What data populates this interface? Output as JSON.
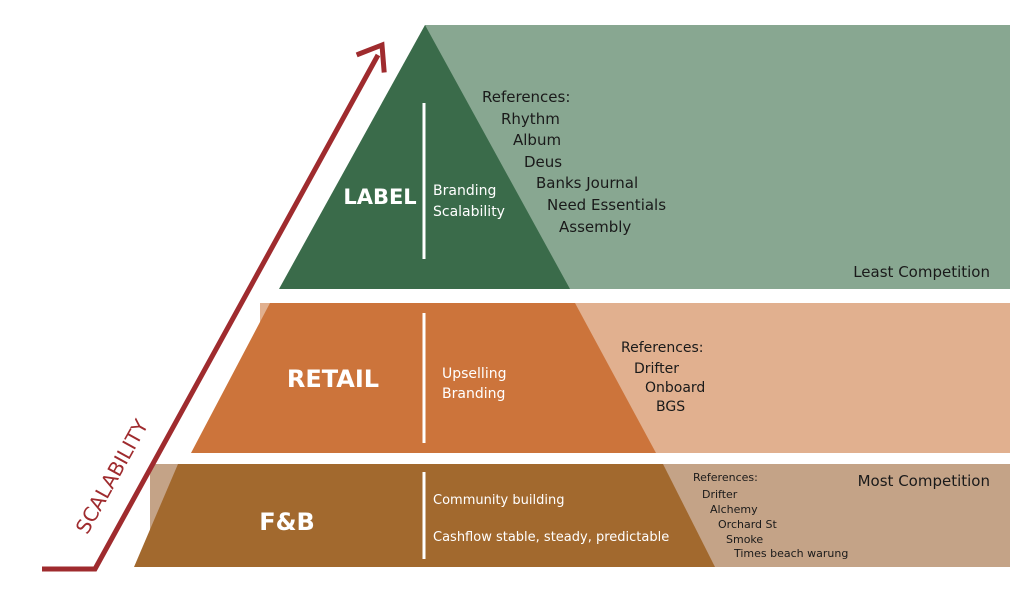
{
  "colors": {
    "label_dark": "#3a6b4a",
    "label_light": "#88a791",
    "retail_dark": "#cc743b",
    "retail_light": "#e1b08f",
    "fb_dark": "#a2692e",
    "fb_light": "#c4a387",
    "arrow": "#9f2b2e",
    "divider": "#ffffff",
    "ref_text": "#1a1a1a"
  },
  "axis": {
    "label": "SCALABILITY"
  },
  "tiers": {
    "label": {
      "title": "LABEL",
      "traits": [
        "Branding",
        "Scalability"
      ],
      "references_title": "References:",
      "references": [
        "Rhythm",
        "Album",
        "Deus",
        "Banks Journal",
        "Need Essentials",
        "Assembly"
      ],
      "note": "Least Competition"
    },
    "retail": {
      "title": "RETAIL",
      "traits": [
        "Upselling",
        "Branding"
      ],
      "references_title": "References:",
      "references": [
        "Drifter",
        "Onboard",
        "BGS"
      ]
    },
    "fb": {
      "title": "F&B",
      "traits": [
        "Community building",
        "Cashflow stable, steady, predictable"
      ],
      "references_title": "References:",
      "references": [
        "Drifter",
        "Alchemy",
        "Orchard St",
        "Smoke",
        "Times beach warung"
      ],
      "note": "Most Competition"
    }
  }
}
